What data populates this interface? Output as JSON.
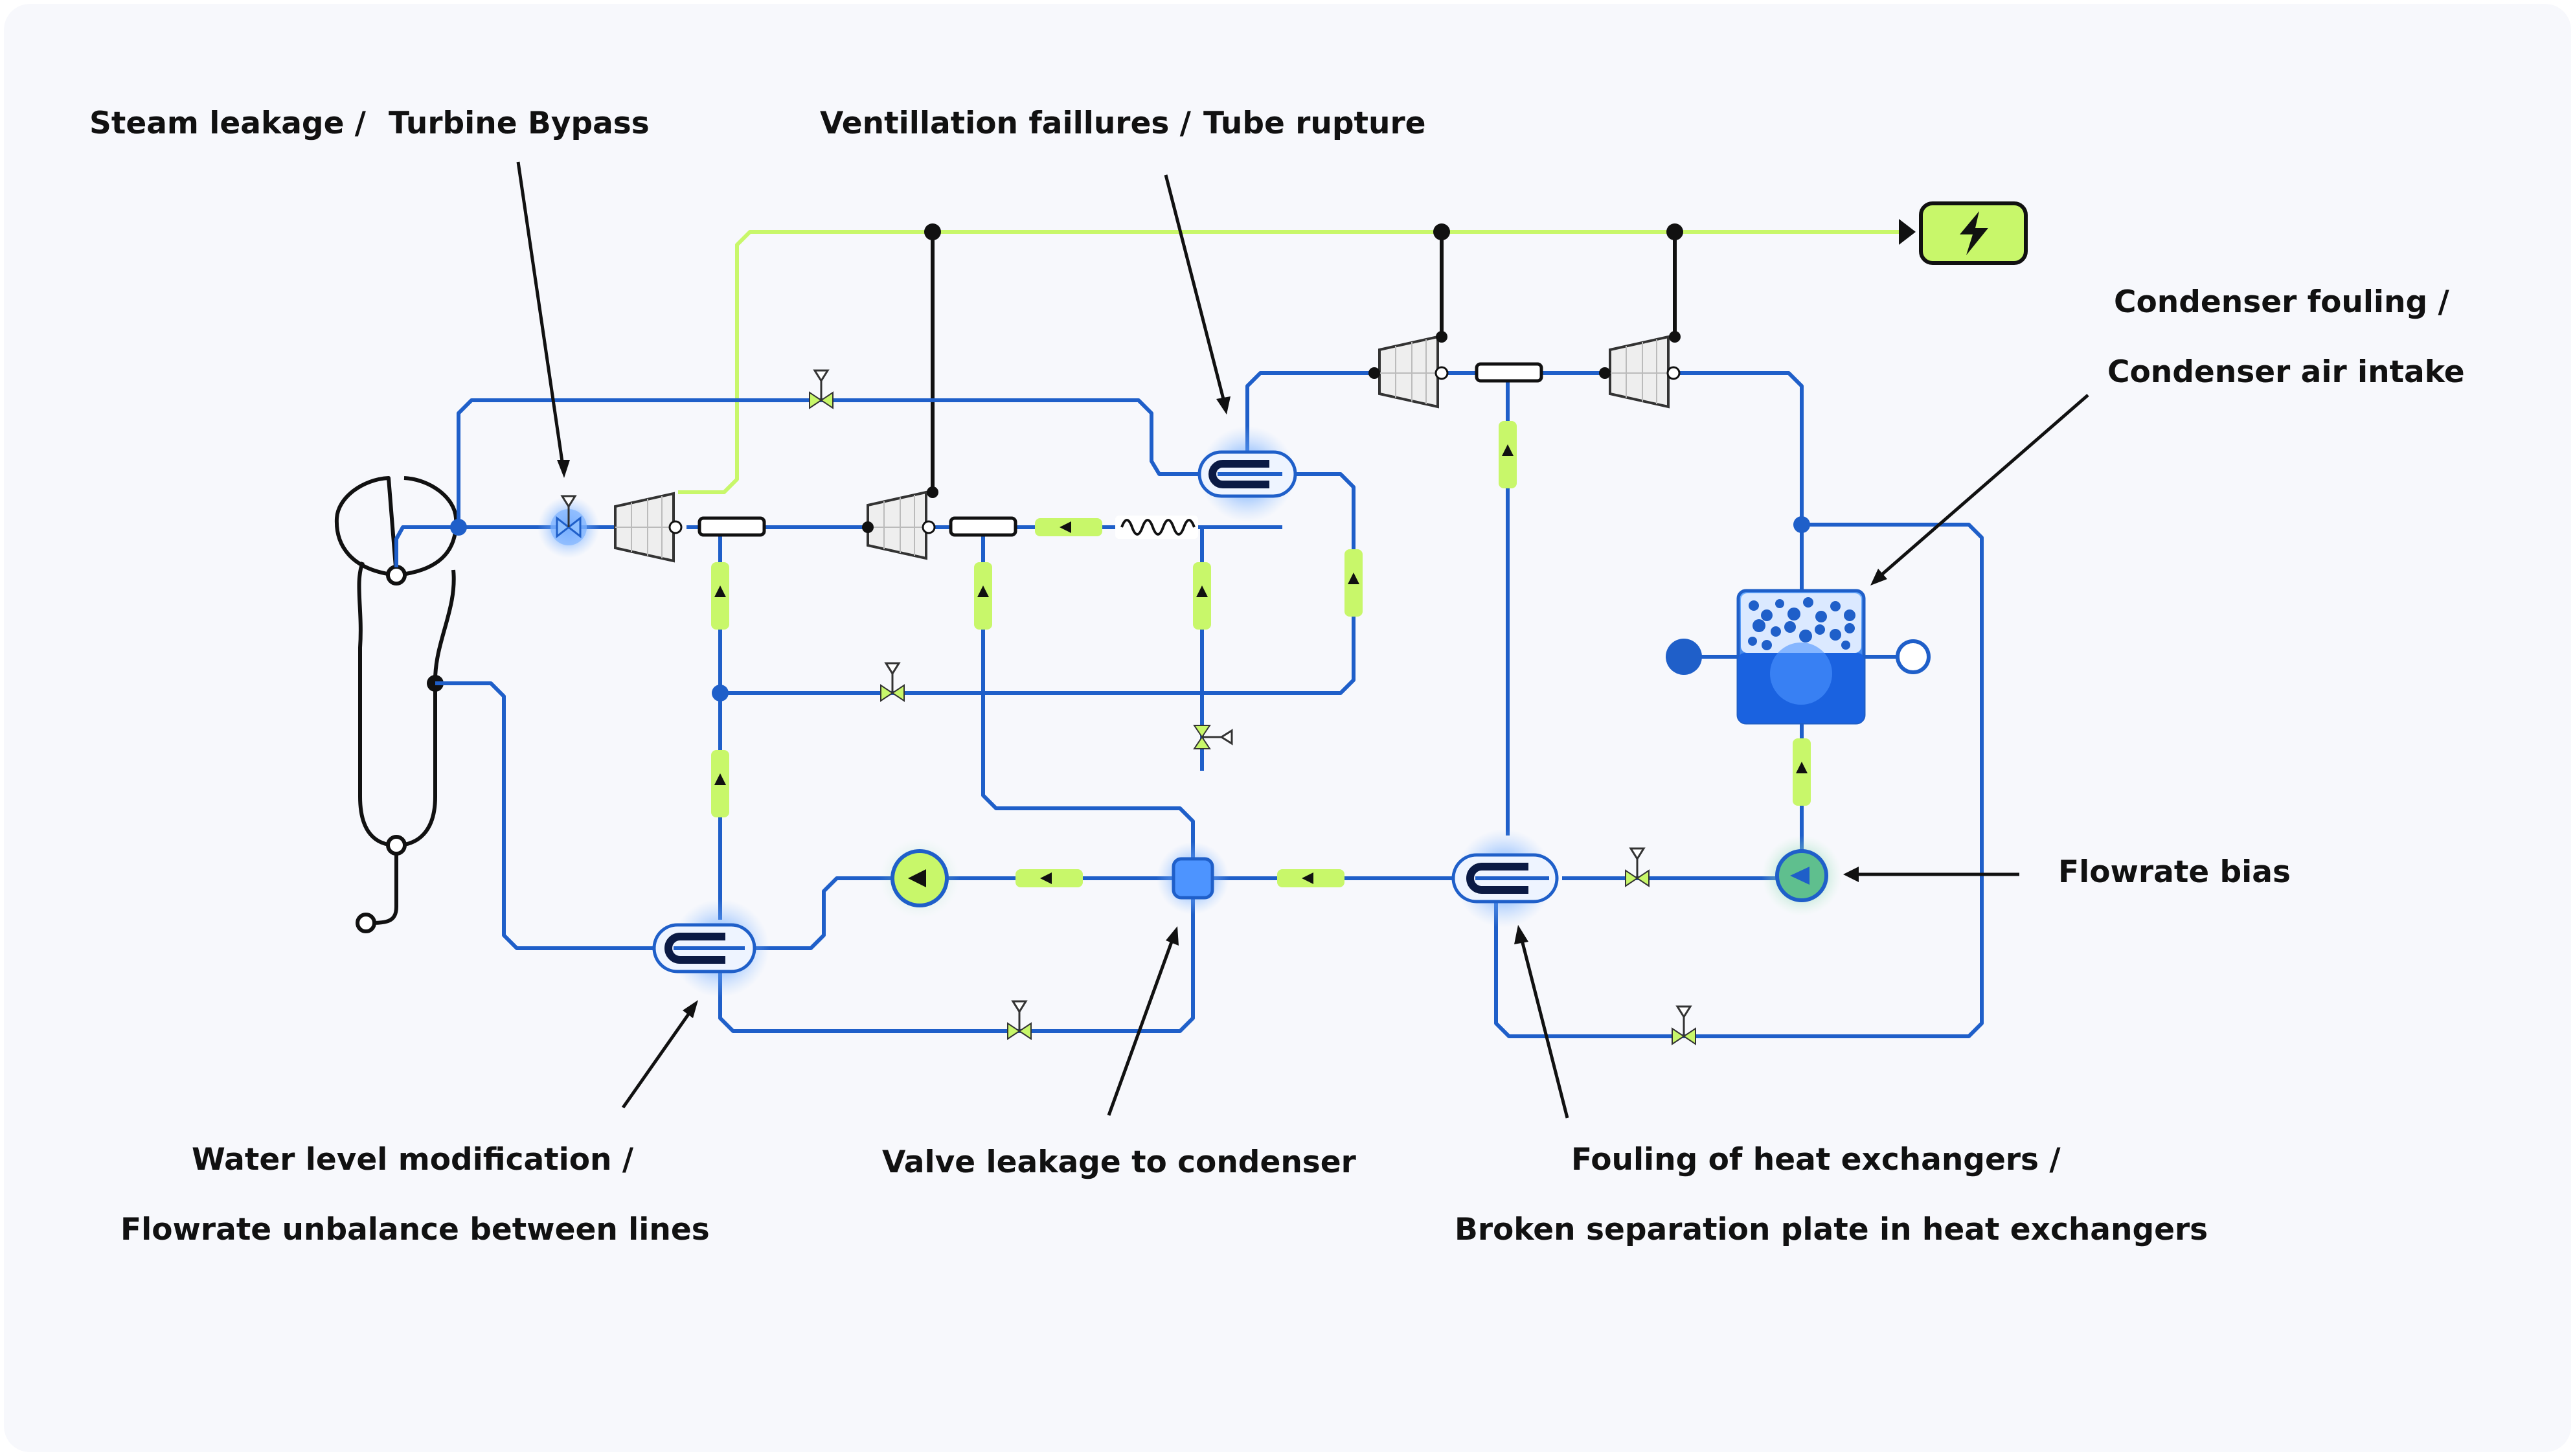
{
  "labels": {
    "steam_leakage": "Steam leakage /",
    "turbine_bypass": "Turbine Bypass",
    "ventilation": "Ventillation faillures /",
    "tube_rupture": "Tube rupture",
    "condenser_fouling": "Condenser fouling /",
    "condenser_air": "Condenser air intake",
    "flowrate_bias": "Flowrate bias",
    "water_level": "Water level modification /",
    "flowrate_unbalance": "Flowrate unbalance between lines",
    "valve_leakage": "Valve leakage to condenser",
    "fouling_hx": "Fouling of heat exchangers   /",
    "broken_plate": "Broken separation plate in heat exchangers"
  },
  "colors": {
    "background": "#f7f8fc",
    "pipe": "#1f5fc9",
    "electric": "#c8f76a",
    "component_blue": "#2f7df0",
    "generator": "#c8f76a",
    "ink": "#111111"
  },
  "icons": {
    "generator": "lightning-bolt-icon"
  }
}
